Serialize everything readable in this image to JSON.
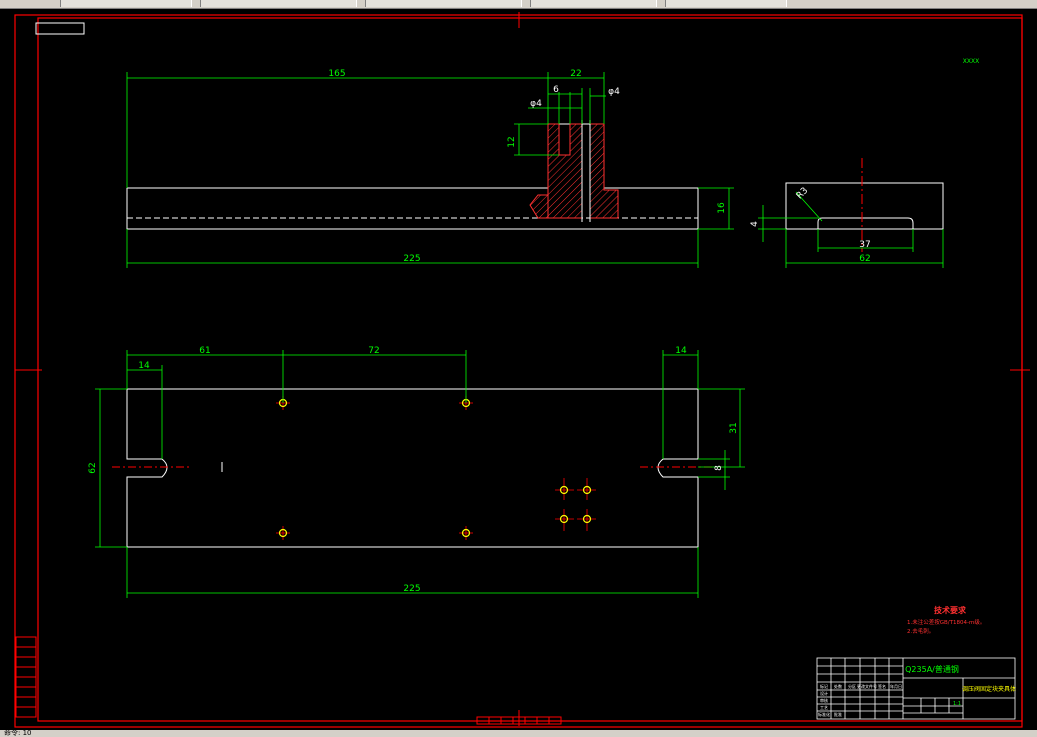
{
  "colors": {
    "background": "#000000",
    "outline": "#ffffff",
    "dimension": "#00ff00",
    "frame": "#ff0000",
    "hatch": "#ff3030",
    "centerline": "#ff0000",
    "title_text": "#ffff00"
  },
  "front_view": {
    "dim_total_top": "165",
    "dim_boss_width": "22",
    "dim_slot_width": "6",
    "dim_hole_left": "φ4",
    "dim_hole_right": "φ4",
    "dim_boss_height": "12",
    "dim_plate_thickness": "16",
    "dim_total_length": "225"
  },
  "side_view": {
    "dim_radius": "R3",
    "dim_depth": "4",
    "dim_slot_length": "37",
    "dim_total_width": "62"
  },
  "top_view": {
    "dim_hole_offset": "61",
    "dim_hole_spacing": "72",
    "dim_left_edge": "14",
    "dim_right_edge": "14",
    "dim_plate_width": "62",
    "dim_slot_center": "31",
    "dim_slot_width": "8",
    "dim_total_length": "225"
  },
  "corner_mark": "XXXX",
  "tech_requirements": {
    "title": "技术要求",
    "line1": "1.未注公差按GB/T1804-m级。",
    "line2": "2.去毛刺。"
  },
  "title_block": {
    "material": "Q235A/普通钢",
    "part_name": "调压阀固定块夹具体",
    "scale": "1:1",
    "labels": [
      "标记",
      "处数",
      "分区",
      "更改文件号",
      "签名",
      "年月日"
    ],
    "row_labels": [
      "设计",
      "审核",
      "工艺",
      "标准化",
      "批准"
    ]
  },
  "statusbar_text": "命令: 10"
}
